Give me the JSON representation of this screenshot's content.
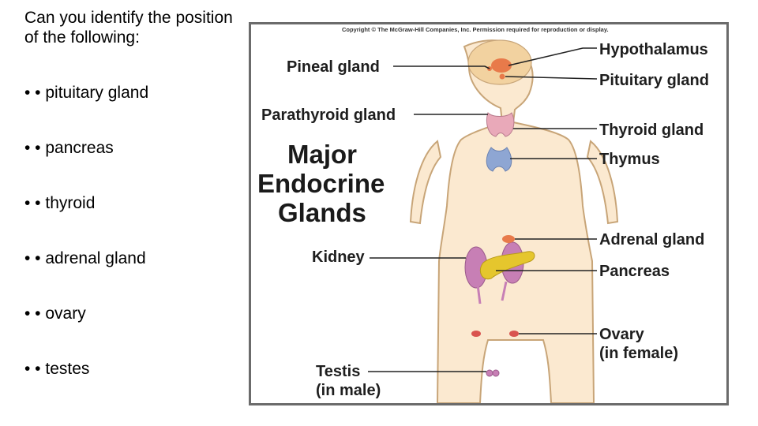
{
  "slide": {
    "question": "Can you identify the position of the following:",
    "bullets": [
      "• • pituitary gland",
      "• • pancreas",
      "• • thyroid",
      "• • adrenal gland",
      "• • ovary",
      "• • testes"
    ]
  },
  "figure": {
    "copyright": "Copyright © The McGraw-Hill Companies, Inc. Permission required for reproduction or display.",
    "title_lines": [
      "Major",
      "Endocrine",
      "Glands"
    ],
    "labels": {
      "pineal": "Pineal gland",
      "parathyroid": "Parathyroid gland",
      "kidney": "Kidney",
      "testis_1": "Testis",
      "testis_2": "(in male)",
      "hypothalamus": "Hypothalamus",
      "pituitary": "Pituitary gland",
      "thyroid": "Thyroid gland",
      "thymus": "Thymus",
      "adrenal": "Adrenal gland",
      "pancreas": "Pancreas",
      "ovary_1": "Ovary",
      "ovary_2": "(in female)"
    },
    "colors": {
      "skin": "#fbe9d0",
      "outline": "#c8a578",
      "thyroid": "#e9a9b9",
      "thymus": "#8ea6d3",
      "kidney": "#c77fb5",
      "pancreas": "#e5c62d",
      "brain": "#f2d2a0",
      "hypothalamus": "#e87a4a",
      "ovary": "#d9534f"
    }
  }
}
